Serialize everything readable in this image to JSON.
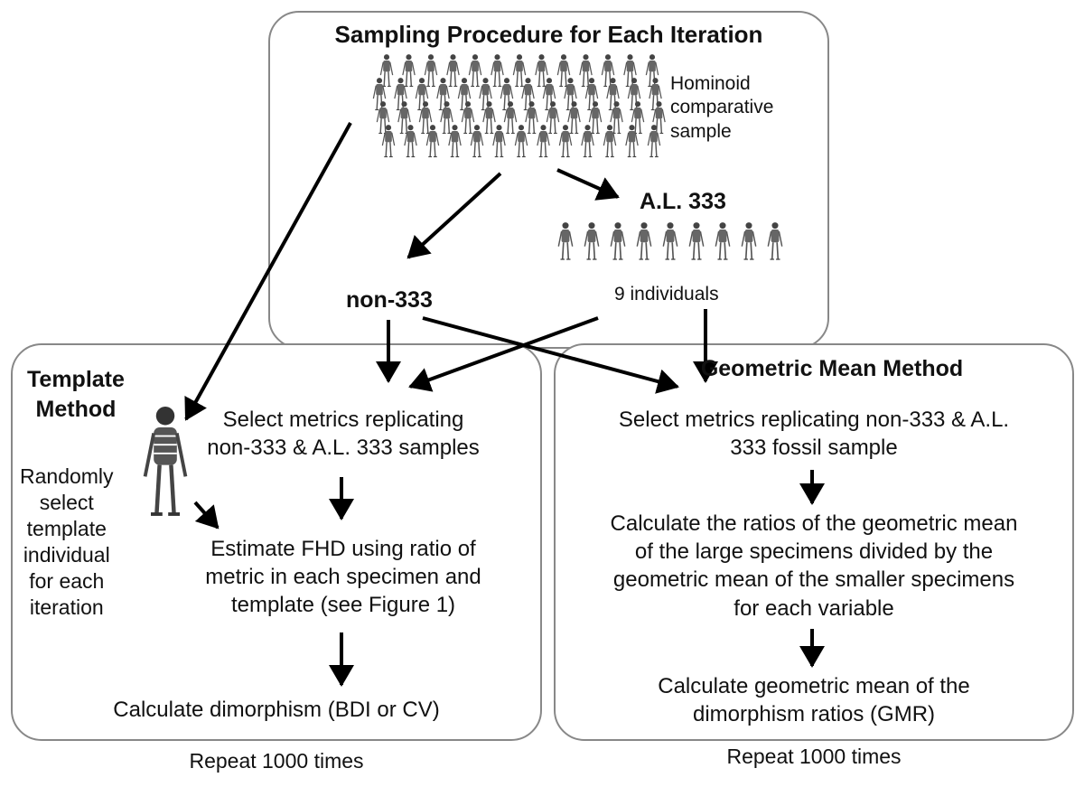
{
  "sampling": {
    "title": "Sampling Procedure for Each Iteration",
    "pool_label": [
      "Hominoid",
      "comparative",
      "sample"
    ],
    "al333_label": "A.L. 333",
    "al333_count": "9 individuals",
    "non333_label": "non-333"
  },
  "template": {
    "title": [
      "Template",
      "Method"
    ],
    "side_label": [
      "Randomly",
      "select",
      "template",
      "individual",
      "for each",
      "iteration"
    ],
    "step1": [
      "Select metrics replicating",
      "non-333 & A.L. 333 samples"
    ],
    "step2": [
      "Estimate FHD using ratio of",
      "metric in each specimen and",
      "template (see Figure 1)"
    ],
    "step3": "Calculate dimorphism (BDI or CV)",
    "repeat": "Repeat 1000 times"
  },
  "geomean": {
    "title": "Geometric Mean Method",
    "step1": [
      "Select metrics replicating non-333 & A.L.",
      "333 fossil sample"
    ],
    "step2": [
      "Calculate the ratios of the geometric mean",
      "of the large specimens divided by the",
      "geometric mean of the smaller specimens",
      "for each variable"
    ],
    "step3": [
      "Calculate geometric mean of the",
      "dimorphism ratios (GMR)"
    ],
    "repeat": "Repeat 1000 times"
  },
  "icons": {
    "pool": "skeleton-crowd-icon",
    "al333": "skeleton-row-icon",
    "template": "skeleton-icon"
  },
  "colors": {
    "box_border": "#888888",
    "arrow": "#000000",
    "text": "#111111"
  }
}
